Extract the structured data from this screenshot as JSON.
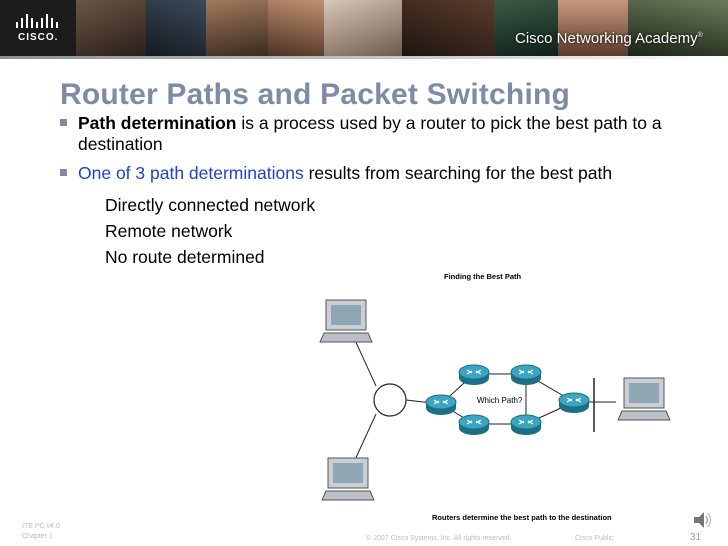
{
  "header": {
    "brand_word": "CISCO.",
    "academy_label": "Cisco Networking Academy",
    "trademark": "®"
  },
  "slide": {
    "title": "Router Paths and Packet Switching",
    "bullets": [
      {
        "lead": "Path determination",
        "rest": " is a process used by a router to pick the best path to a destination"
      },
      {
        "lead": "One of 3 path determinations",
        "rest": " results from searching for the best path"
      }
    ],
    "sub_items": [
      "Directly connected network",
      "Remote network",
      "No route determined"
    ]
  },
  "diagram": {
    "caption_top": "Finding the Best Path",
    "center_label": "Which Path?",
    "caption_bottom": "Routers determine the best path to the destination",
    "colors": {
      "router": "#2c8fa8",
      "line": "#222222"
    }
  },
  "footer": {
    "course_line1": "ITE PC v4.0",
    "course_line2": "Chapter 1",
    "copyright": "© 2007 Cisco Systems, Inc. All rights reserved.",
    "classification": "Cisco Public",
    "page_number": "31"
  }
}
